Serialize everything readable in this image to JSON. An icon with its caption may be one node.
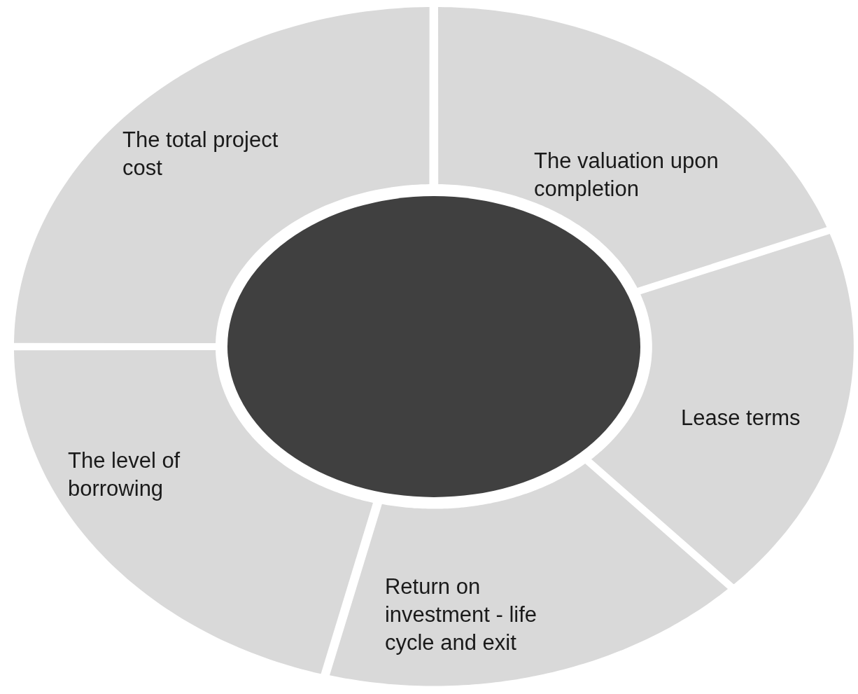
{
  "diagram": {
    "nodes": [
      {
        "text": [
          "The total project cost"
        ]
      },
      {
        "text": [
          "The valuation upon completion"
        ]
      },
      {
        "text": [
          "Lease terms"
        ]
      },
      {
        "text": [
          "The level of borrowing"
        ]
      },
      {
        "text": [
          "Return on investment - life cycle and exit"
        ]
      },
      {
        "text": [],
        "shape": "circle"
      }
    ]
  }
}
